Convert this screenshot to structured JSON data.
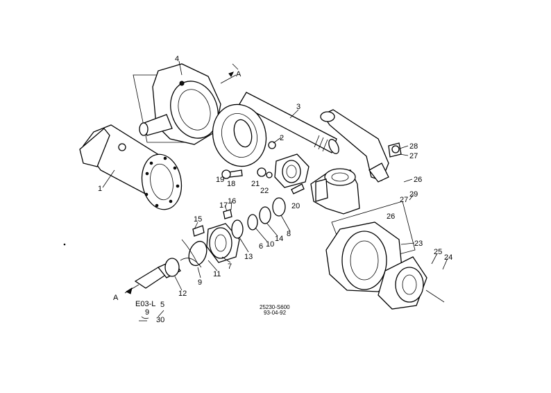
{
  "callouts": [
    "1",
    "2",
    "3",
    "4",
    "5",
    "6",
    "7",
    "8",
    "9",
    "10",
    "11",
    "12",
    "13",
    "14",
    "15",
    "16",
    "17",
    "18",
    "19",
    "20",
    "21",
    "22",
    "23",
    "24",
    "25",
    "26",
    "27",
    "28",
    "29",
    "30"
  ],
  "markers": {
    "a": "A"
  },
  "notes": {
    "part_code": "E03-L",
    "sub_nine": "9",
    "stamp_line1": "25230-S600",
    "stamp_line2": "93-04-92"
  }
}
